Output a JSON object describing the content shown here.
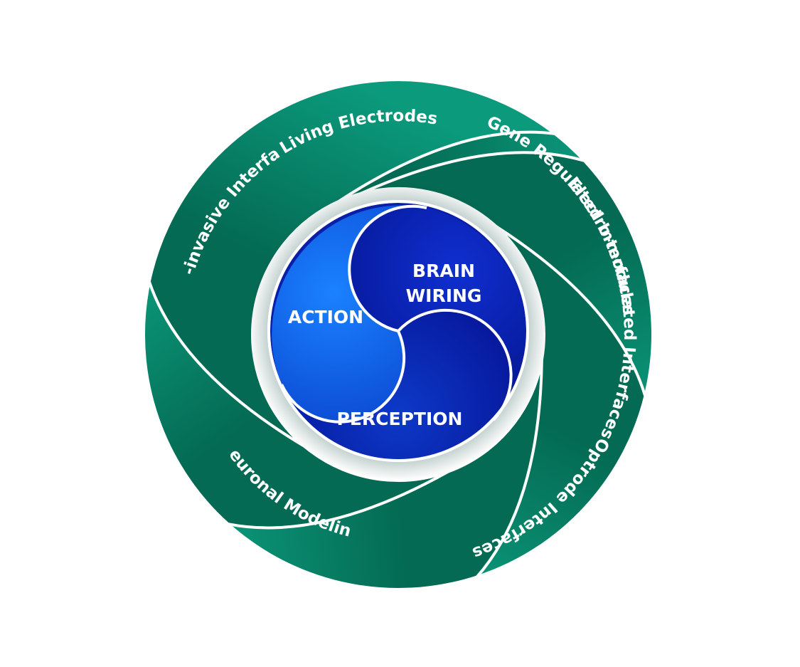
{
  "diagram": {
    "petals": [
      {
        "label": "Gene Regulated Interfaces"
      },
      {
        "label": "Electro-modulated Interfaces"
      },
      {
        "label": "Optrode Interfaces"
      },
      {
        "label": "Neuronal Modeling"
      },
      {
        "label": "Non-invasive Interfaces"
      },
      {
        "label": "Living Electrodes"
      }
    ],
    "core": {
      "action": "ACTION",
      "brain_wiring_line1": "BRAIN",
      "brain_wiring_line2": "WIRING",
      "perception": "PERCEPTION"
    },
    "colors": {
      "petal_light": "#0b9a7c",
      "petal_dark": "#046a53",
      "core_light": "#1676ee",
      "core_dark": "#0a1ea8",
      "outline": "#ffffff"
    }
  }
}
